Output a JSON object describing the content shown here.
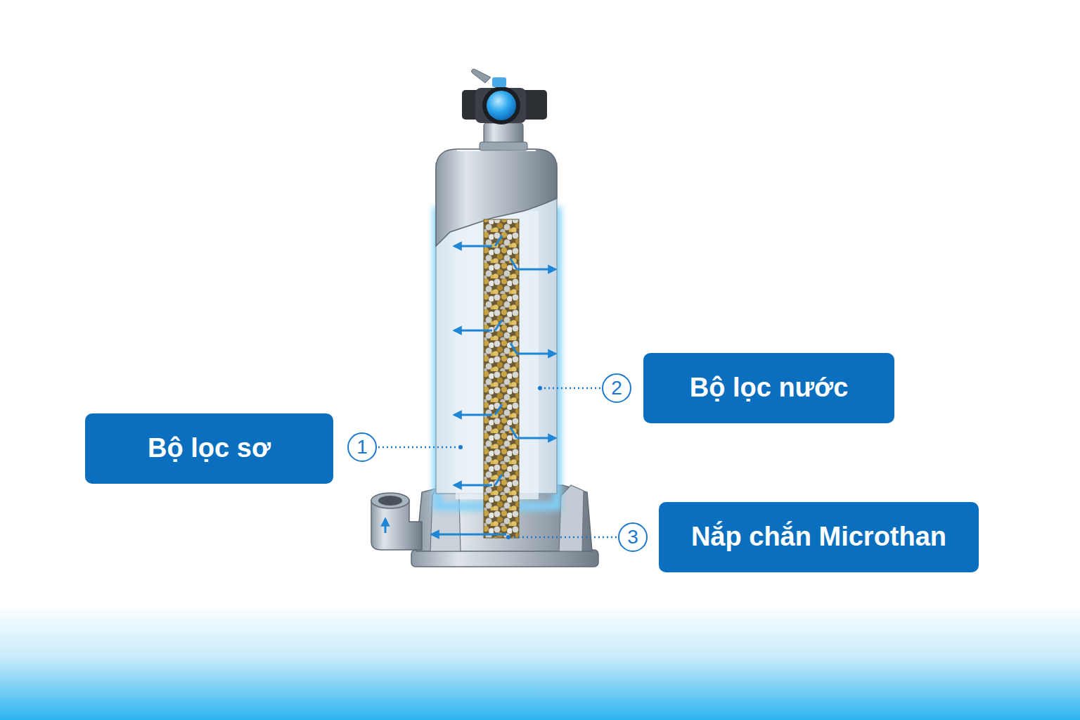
{
  "diagram": {
    "nodes": [
      {
        "text": [
          "Bộ lọc nước"
        ]
      },
      {
        "text": [
          "Bộ lọc sơ"
        ]
      },
      {
        "text": [
          "Nắp chắn Microthan"
        ]
      }
    ],
    "labels": [
      "2",
      "1",
      "3"
    ]
  }
}
